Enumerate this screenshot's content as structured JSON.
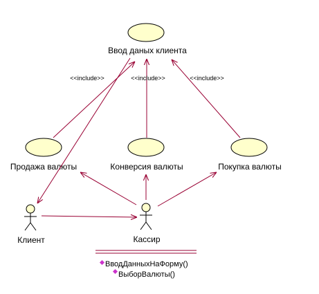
{
  "diagram": {
    "colors": {
      "usecase_fill": "#ffffcc",
      "line": "#990033",
      "outline": "#000000",
      "operation_marker": "#cc33cc"
    },
    "use_cases": {
      "input_client_data": "Ввод даных клиента",
      "sell_currency": "Продажа валюты",
      "convert_currency": "Конверсия валюты",
      "buy_currency": "Покупка валюты"
    },
    "actors": {
      "client": "Клиент",
      "cashier": "Кассир"
    },
    "include_label": "<<include>>",
    "cashier_operations": [
      "ВводДанныхНаФорму()",
      "ВыборВалюты()"
    ]
  }
}
